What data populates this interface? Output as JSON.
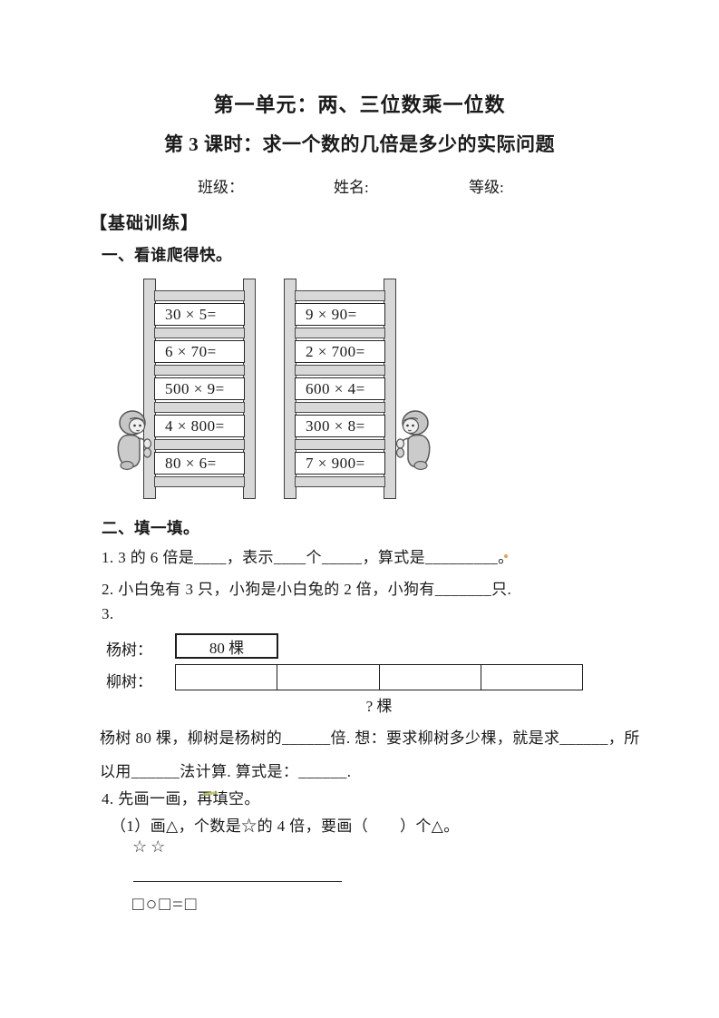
{
  "header": {
    "title1": "第一单元：两、三位数乘一位数",
    "title2": "第 3 课时：求一个数的几倍是多少的实际问题",
    "class_label": "班级：",
    "name_label": "姓名:",
    "grade_label": "等级:",
    "basic_training": "【基础训练】"
  },
  "exercise1": {
    "heading": "一、看谁爬得快。",
    "ladder1": [
      "30 × 5=",
      "6 × 70=",
      "500 × 9=",
      "4 × 800=",
      "80 × 6="
    ],
    "ladder2": [
      "9 × 90=",
      "2 × 700=",
      "600 × 4=",
      "300 × 8=",
      "7 × 900="
    ]
  },
  "exercise2": {
    "heading": "二、填一填。",
    "item1": "1. 3 的 6 倍是____，表示____个_____，算式是_________。",
    "item2": "2. 小白兔有 3 只，小狗是小白兔的 2 倍，小狗有_______只.",
    "item3_number": "3.",
    "diagram": {
      "row1_label": "杨树：",
      "row1_value": "80 棵",
      "row2_label": "柳树：",
      "row2_cells": 4,
      "question": "? 棵"
    },
    "item3_line1": "杨树 80 棵，柳树是杨树的______倍. 想：要求柳树多少棵，就是求______，所",
    "item3_line2": "以用______法计算. 算式是：______.",
    "item4": "4. 先画一画，再填空。",
    "item4_sub1": "（1）画△，个数是☆的 4 倍，要画（　　）个△。",
    "stars": "☆☆",
    "equation": "□○□=□"
  },
  "colors": {
    "ladder_fill": "#d8d8d8",
    "ladder_border": "#3f3f3f",
    "text": "#1a1a1a",
    "stray_dot": "#e0a351",
    "squiggle": "#b9bc5e"
  }
}
